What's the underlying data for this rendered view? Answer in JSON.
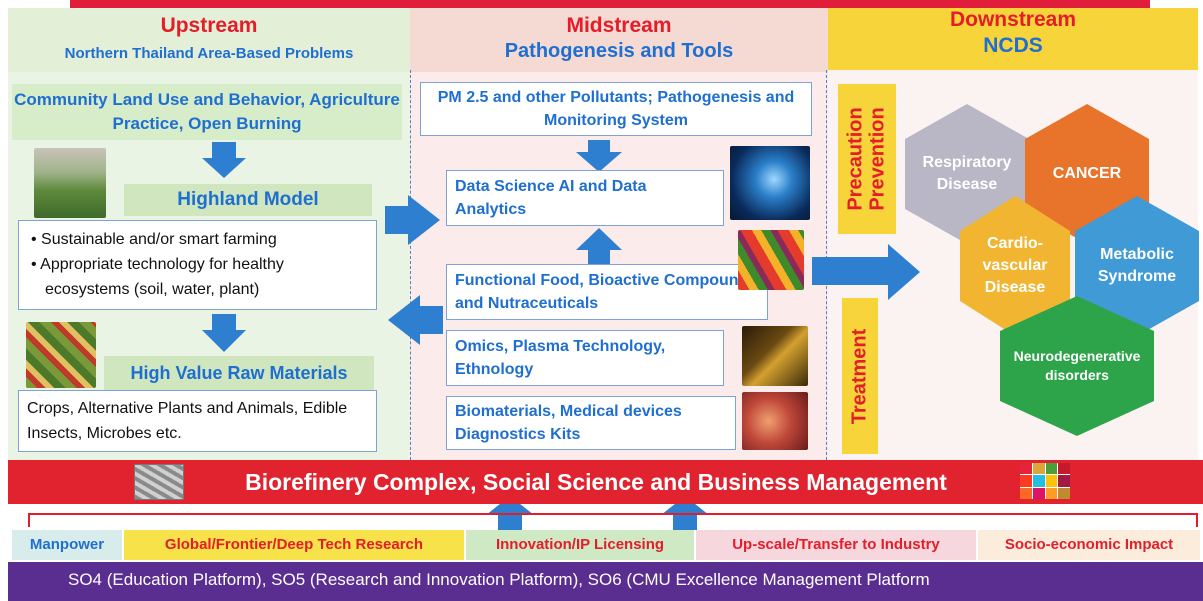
{
  "upstream": {
    "title": "Upstream",
    "subtitle": "Northern Thailand Area-Based Problems",
    "community_box": "Community Land Use and Behavior, Agriculture Practice, Open Burning",
    "highland_title": "Highland Model",
    "highland_bullets": [
      "Sustainable and/or smart farming",
      "Appropriate technology for healthy ecosystems (soil, water, plant)"
    ],
    "raw_title": "High Value Raw Materials",
    "raw_text": "Crops, Alternative Plants and Animals, Edible Insects, Microbes etc."
  },
  "midstream": {
    "title": "Midstream",
    "subtitle": "Pathogenesis and Tools",
    "pm_box": "PM 2.5 and other Pollutants; Pathogenesis and Monitoring System",
    "data_box": "Data Science AI and Data Analytics",
    "food_box": "Functional Food, Bioactive Compounds and Nutraceuticals",
    "omics_box": "Omics, Plasma Technology, Ethnology",
    "bio_box": "Biomaterials, Medical devices Diagnostics Kits"
  },
  "downstream": {
    "title": "Downstream",
    "subtitle": "NCDS",
    "prevention_label": "Precaution Prevention",
    "treatment_label": "Treatment",
    "diseases": {
      "respiratory": "Respiratory Disease",
      "cancer": "CANCER",
      "cardio": "Cardio-vascular Disease",
      "metabolic": "Metabolic Syndrome",
      "neuro": "Neurodegenerative disorders"
    }
  },
  "biorefinery": "Biorefinery Complex, Social Science and Business Management",
  "outcomes": [
    "Manpower",
    "Global/Frontier/Deep Tech Research",
    "Innovation/IP Licensing",
    "Up-scale/Transfer to Industry",
    "Socio-economic Impact"
  ],
  "platforms": "SO4 (Education Platform), SO5 (Research and Innovation Platform), SO6 (CMU Excellence Management Platform",
  "colors": {
    "red": "#e41d2a",
    "blue": "#1f6fd1",
    "arrow_blue": "#2f7fd0",
    "yellow": "#f7d43a",
    "purple": "#5a2d91",
    "hex_gray": "#b9b6c5",
    "hex_orange": "#e8742b",
    "hex_gold": "#f2b532",
    "hex_blue": "#3f9ad6",
    "hex_green": "#2ea44a"
  }
}
